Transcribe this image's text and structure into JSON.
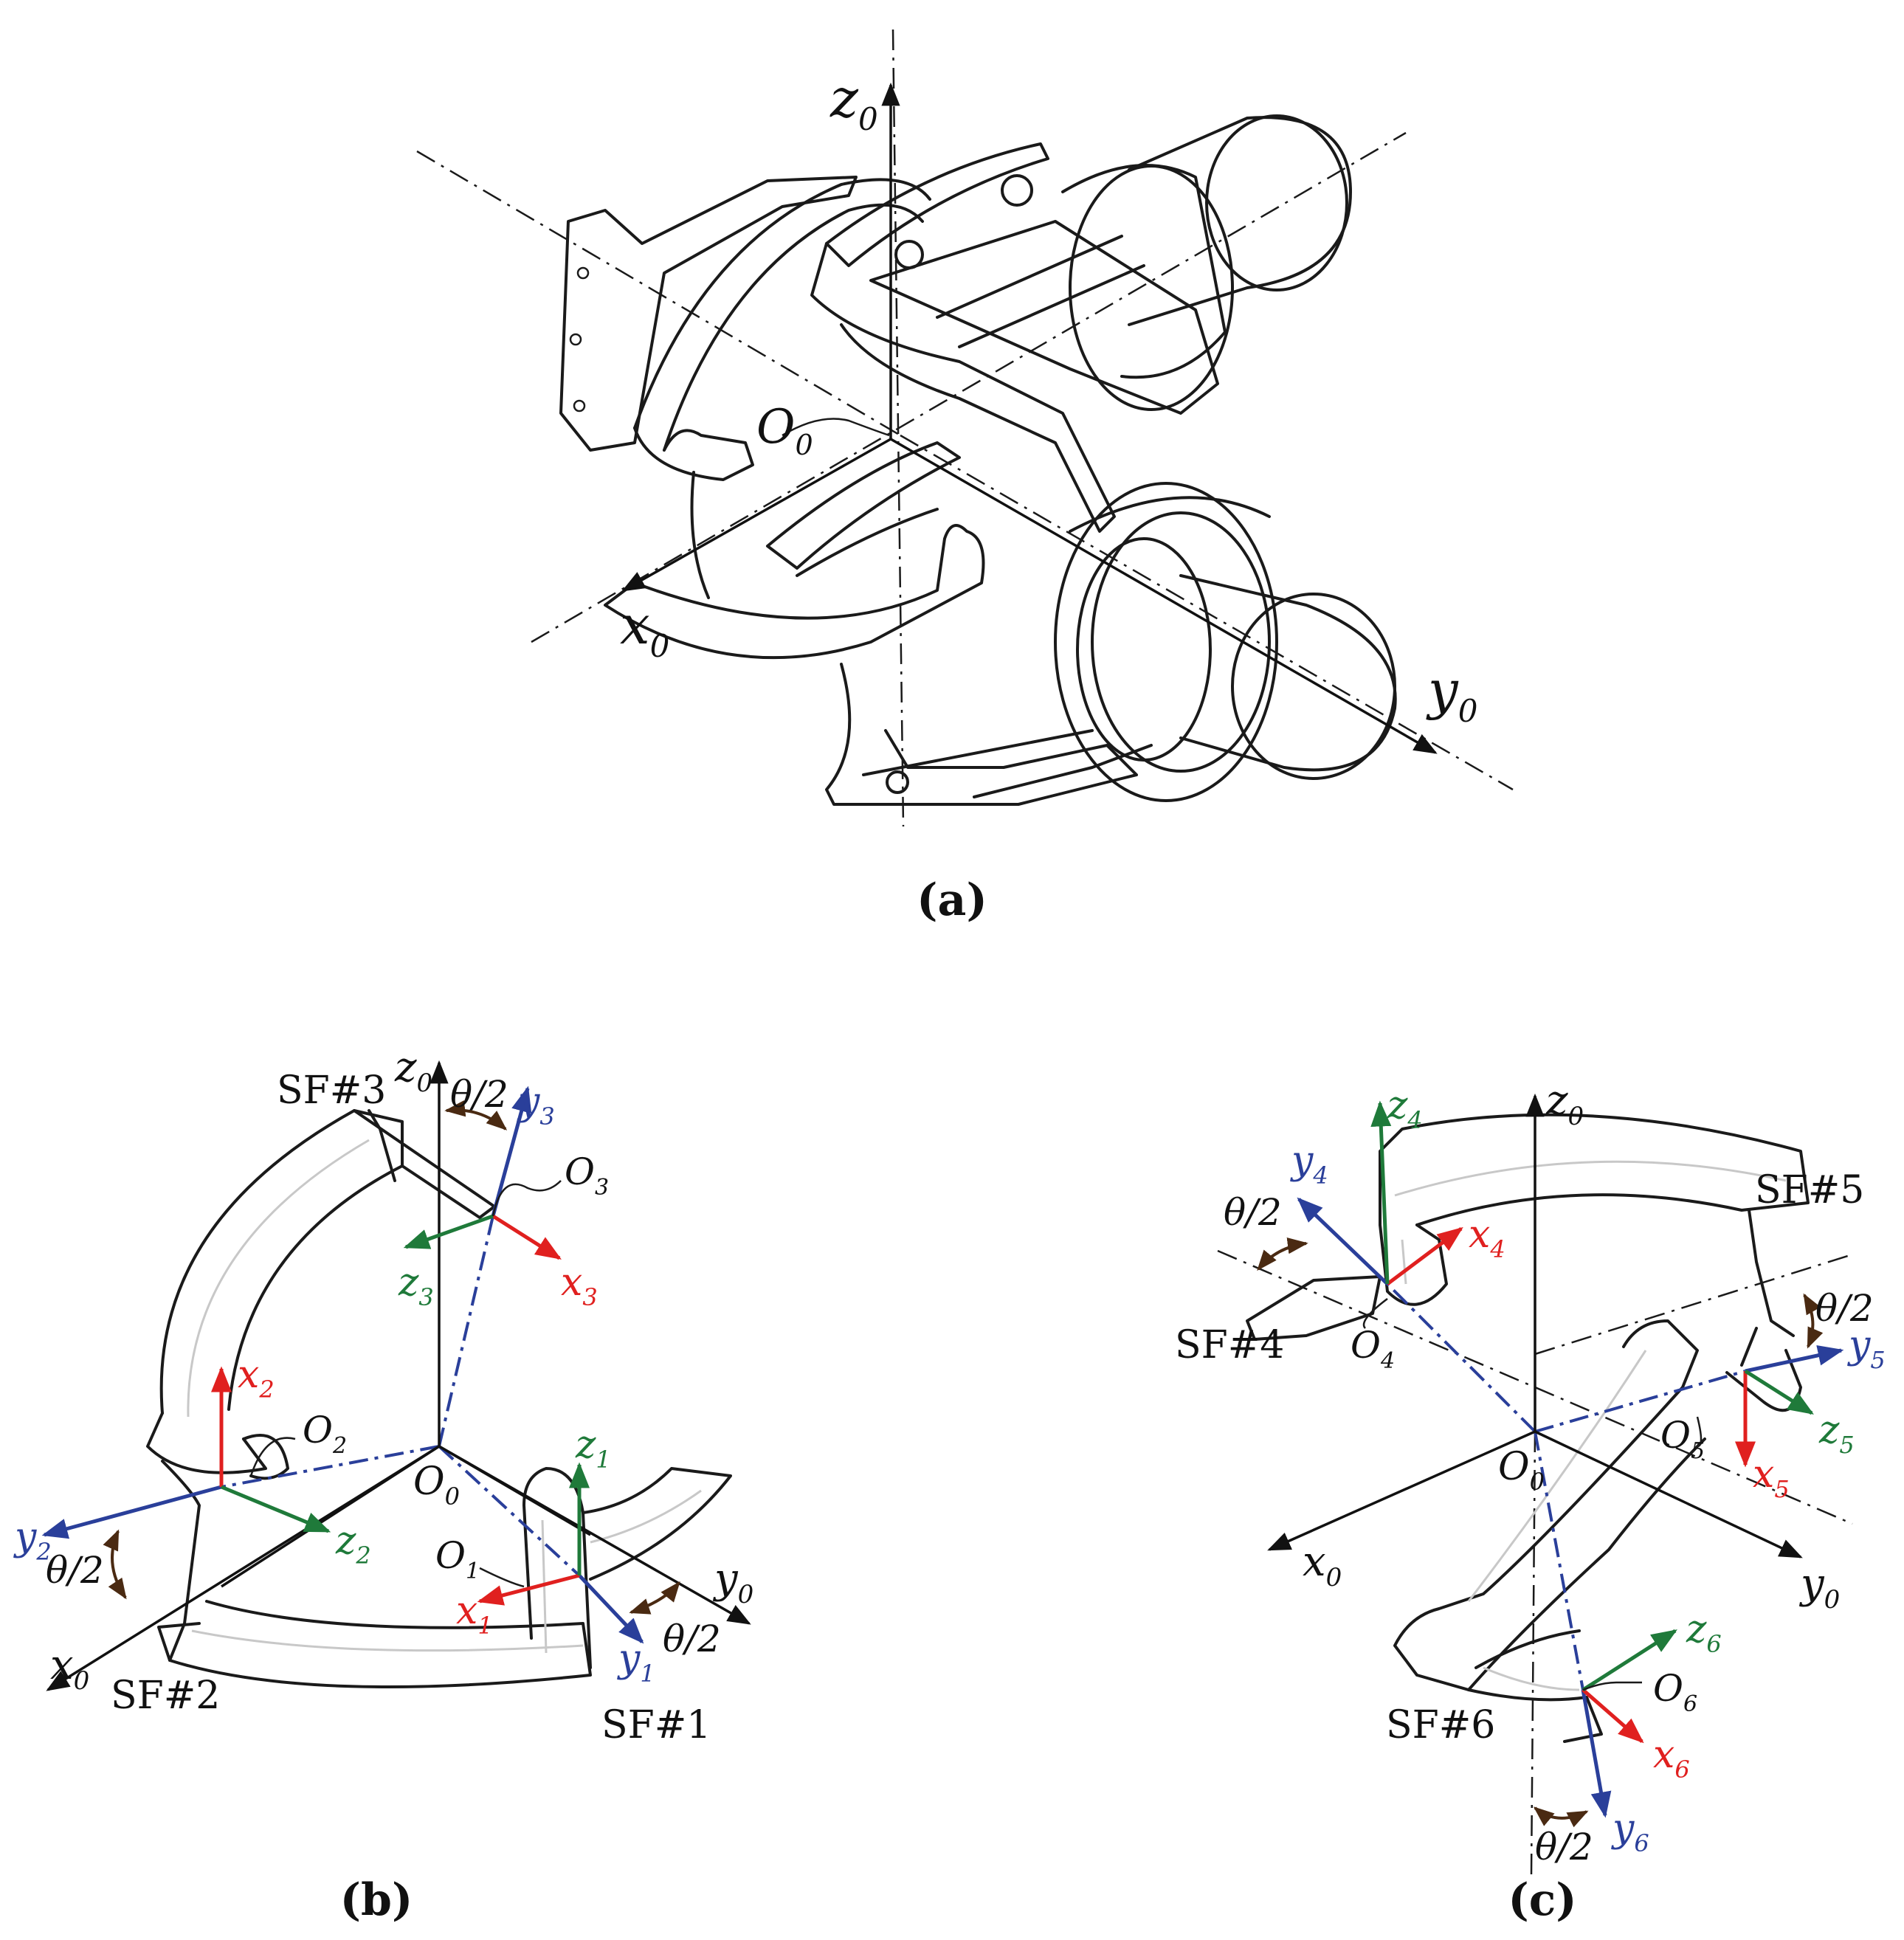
{
  "colors": {
    "x_axis": "#e0201f",
    "y_axis": "#2a3f9a",
    "z_axis": "#1f7a3a",
    "angle_arrow": "#4a2a12",
    "ink": "#111111"
  },
  "panel_a": {
    "caption": "(a)",
    "labels": {
      "x": "x",
      "x_sub": "0",
      "y": "y",
      "y_sub": "0",
      "z": "z",
      "z_sub": "0",
      "o": "O",
      "o_sub": "0"
    }
  },
  "panel_b": {
    "caption": "(b)",
    "flexures": [
      "SF#1",
      "SF#2",
      "SF#3"
    ],
    "angle": "θ/2",
    "global": {
      "x": "x",
      "x_sub": "0",
      "y": "y",
      "y_sub": "0",
      "z": "z",
      "z_sub": "0",
      "o": "O",
      "o_sub": "0"
    },
    "frames": [
      {
        "o": "O",
        "o_sub": "1",
        "x": "x",
        "x_sub": "1",
        "y": "y",
        "y_sub": "1",
        "z": "z",
        "z_sub": "1"
      },
      {
        "o": "O",
        "o_sub": "2",
        "x": "x",
        "x_sub": "2",
        "y": "y",
        "y_sub": "2",
        "z": "z",
        "z_sub": "2"
      },
      {
        "o": "O",
        "o_sub": "3",
        "x": "x",
        "x_sub": "3",
        "y": "y",
        "y_sub": "3",
        "z": "z",
        "z_sub": "3"
      }
    ]
  },
  "panel_c": {
    "caption": "(c)",
    "flexures": [
      "SF#4",
      "SF#5",
      "SF#6"
    ],
    "angle": "θ/2",
    "global": {
      "x": "x",
      "x_sub": "0",
      "y": "y",
      "y_sub": "0",
      "z": "z",
      "z_sub": "0",
      "o": "O",
      "o_sub": "0"
    },
    "frames": [
      {
        "o": "O",
        "o_sub": "4",
        "x": "x",
        "x_sub": "4",
        "y": "y",
        "y_sub": "4",
        "z": "z",
        "z_sub": "4"
      },
      {
        "o": "O",
        "o_sub": "5",
        "x": "x",
        "x_sub": "5",
        "y": "y",
        "y_sub": "5",
        "z": "z",
        "z_sub": "5"
      },
      {
        "o": "O",
        "o_sub": "6",
        "x": "x",
        "x_sub": "6",
        "y": "y",
        "y_sub": "6",
        "z": "z",
        "z_sub": "6"
      }
    ]
  }
}
